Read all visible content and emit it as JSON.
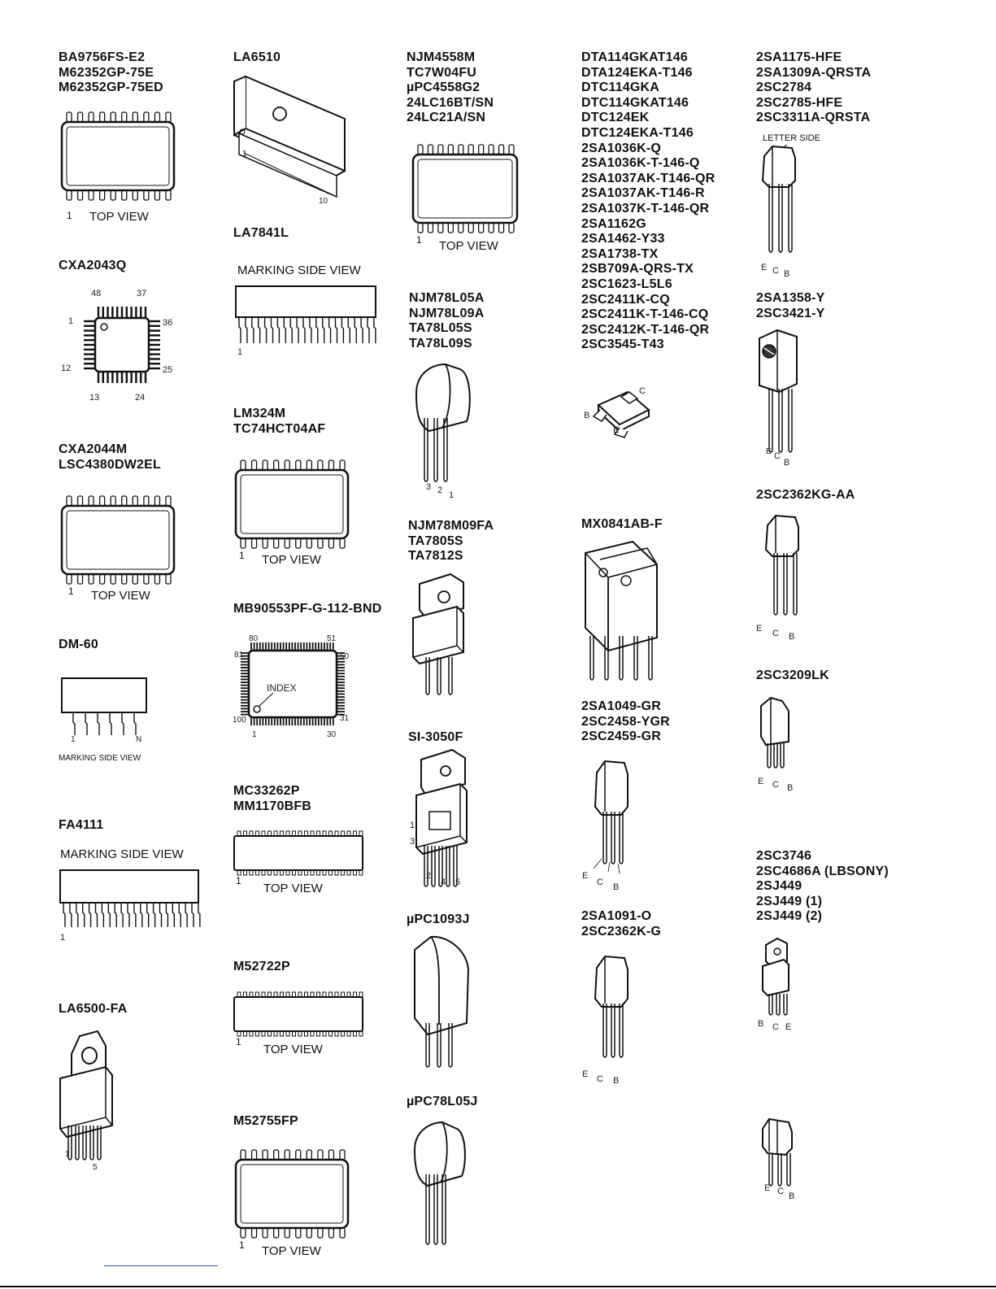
{
  "parts": {
    "ba9756": [
      "BA9756FS-E2",
      "M62352GP-75E",
      "M62352GP-75ED"
    ],
    "cxa2043q": [
      "CXA2043Q"
    ],
    "cxa2044m": [
      "CXA2044M",
      "LSC4380DW2EL"
    ],
    "dm60": [
      "DM-60"
    ],
    "fa4111": [
      "FA4111"
    ],
    "la6500": [
      "LA6500-FA"
    ],
    "la6510": [
      "LA6510"
    ],
    "la7841l": [
      "LA7841L"
    ],
    "lm324m": [
      "LM324M",
      "TC74HCT04AF"
    ],
    "mb90553": [
      "MB90553PF-G-112-BND"
    ],
    "mc33262p": [
      "MC33262P",
      "MM1170BFB"
    ],
    "m52722p": [
      "M52722P"
    ],
    "m52755fp": [
      "M52755FP"
    ],
    "njm4558m": [
      "NJM4558M",
      "TC7W04FU",
      "µPC4558G2",
      "24LC16BT/SN",
      "24LC21A/SN"
    ],
    "njm78l05a": [
      "NJM78L05A",
      "NJM78L09A",
      "TA78L05S",
      "TA78L09S"
    ],
    "njm78m09fa": [
      "NJM78M09FA",
      "TA7805S",
      "TA7812S"
    ],
    "si3050f": [
      "SI-3050F"
    ],
    "upc1093j": [
      "µPC1093J"
    ],
    "upc78l05j": [
      "µPC78L05J"
    ],
    "dta114": [
      "DTA114GKAT146",
      "DTA124EKA-T146",
      "DTC114GKA",
      "DTC114GKAT146",
      "DTC124EK",
      "DTC124EKA-T146",
      "2SA1036K-Q",
      "2SA1036K-T-146-Q",
      "2SA1037AK-T146-QR",
      "2SA1037AK-T146-R",
      "2SA1037K-T-146-QR",
      "2SA1162G",
      "2SA1462-Y33",
      "2SA1738-TX",
      "2SB709A-QRS-TX",
      "2SC1623-L5L6",
      "2SC2411K-CQ",
      "2SC2411K-T-146-CQ",
      "2SC2412K-T-146-QR",
      "2SC3545-T43"
    ],
    "mx0841": [
      "MX0841AB-F"
    ],
    "2sa1049": [
      "2SA1049-GR",
      "2SC2458-YGR",
      "2SC2459-GR"
    ],
    "2sa1091": [
      "2SA1091-O",
      "2SC2362K-G"
    ],
    "2sa1175": [
      "2SA1175-HFE",
      "2SA1309A-QRSTA",
      "2SC2784",
      "2SC2785-HFE",
      "2SC3311A-QRSTA"
    ],
    "2sa1358": [
      "2SA1358-Y",
      "2SC3421-Y"
    ],
    "2sc2362kg": [
      "2SC2362KG-AA"
    ],
    "2sc3209lk": [
      "2SC3209LK"
    ],
    "2sc3746": [
      "2SC3746",
      "2SC4686A (LBSONY)",
      "2SJ449",
      "2SJ449 (1)",
      "2SJ449 (2)"
    ]
  },
  "captions": {
    "top_view": "TOP VIEW",
    "marking_side_view": "MARKING SIDE VIEW",
    "letter_side": "LETTER SIDE",
    "index": "INDEX"
  },
  "pins": {
    "one": "1",
    "two": "2",
    "three": "3",
    "four": "4",
    "five": "5",
    "ten": "10",
    "n": "N",
    "e": "E",
    "c": "C",
    "b": "B",
    "qfp44": [
      "48",
      "37",
      "36",
      "25",
      "24",
      "13",
      "12"
    ],
    "qfp100": [
      "80",
      "51",
      "81",
      "50",
      "100",
      "31",
      "30"
    ]
  }
}
